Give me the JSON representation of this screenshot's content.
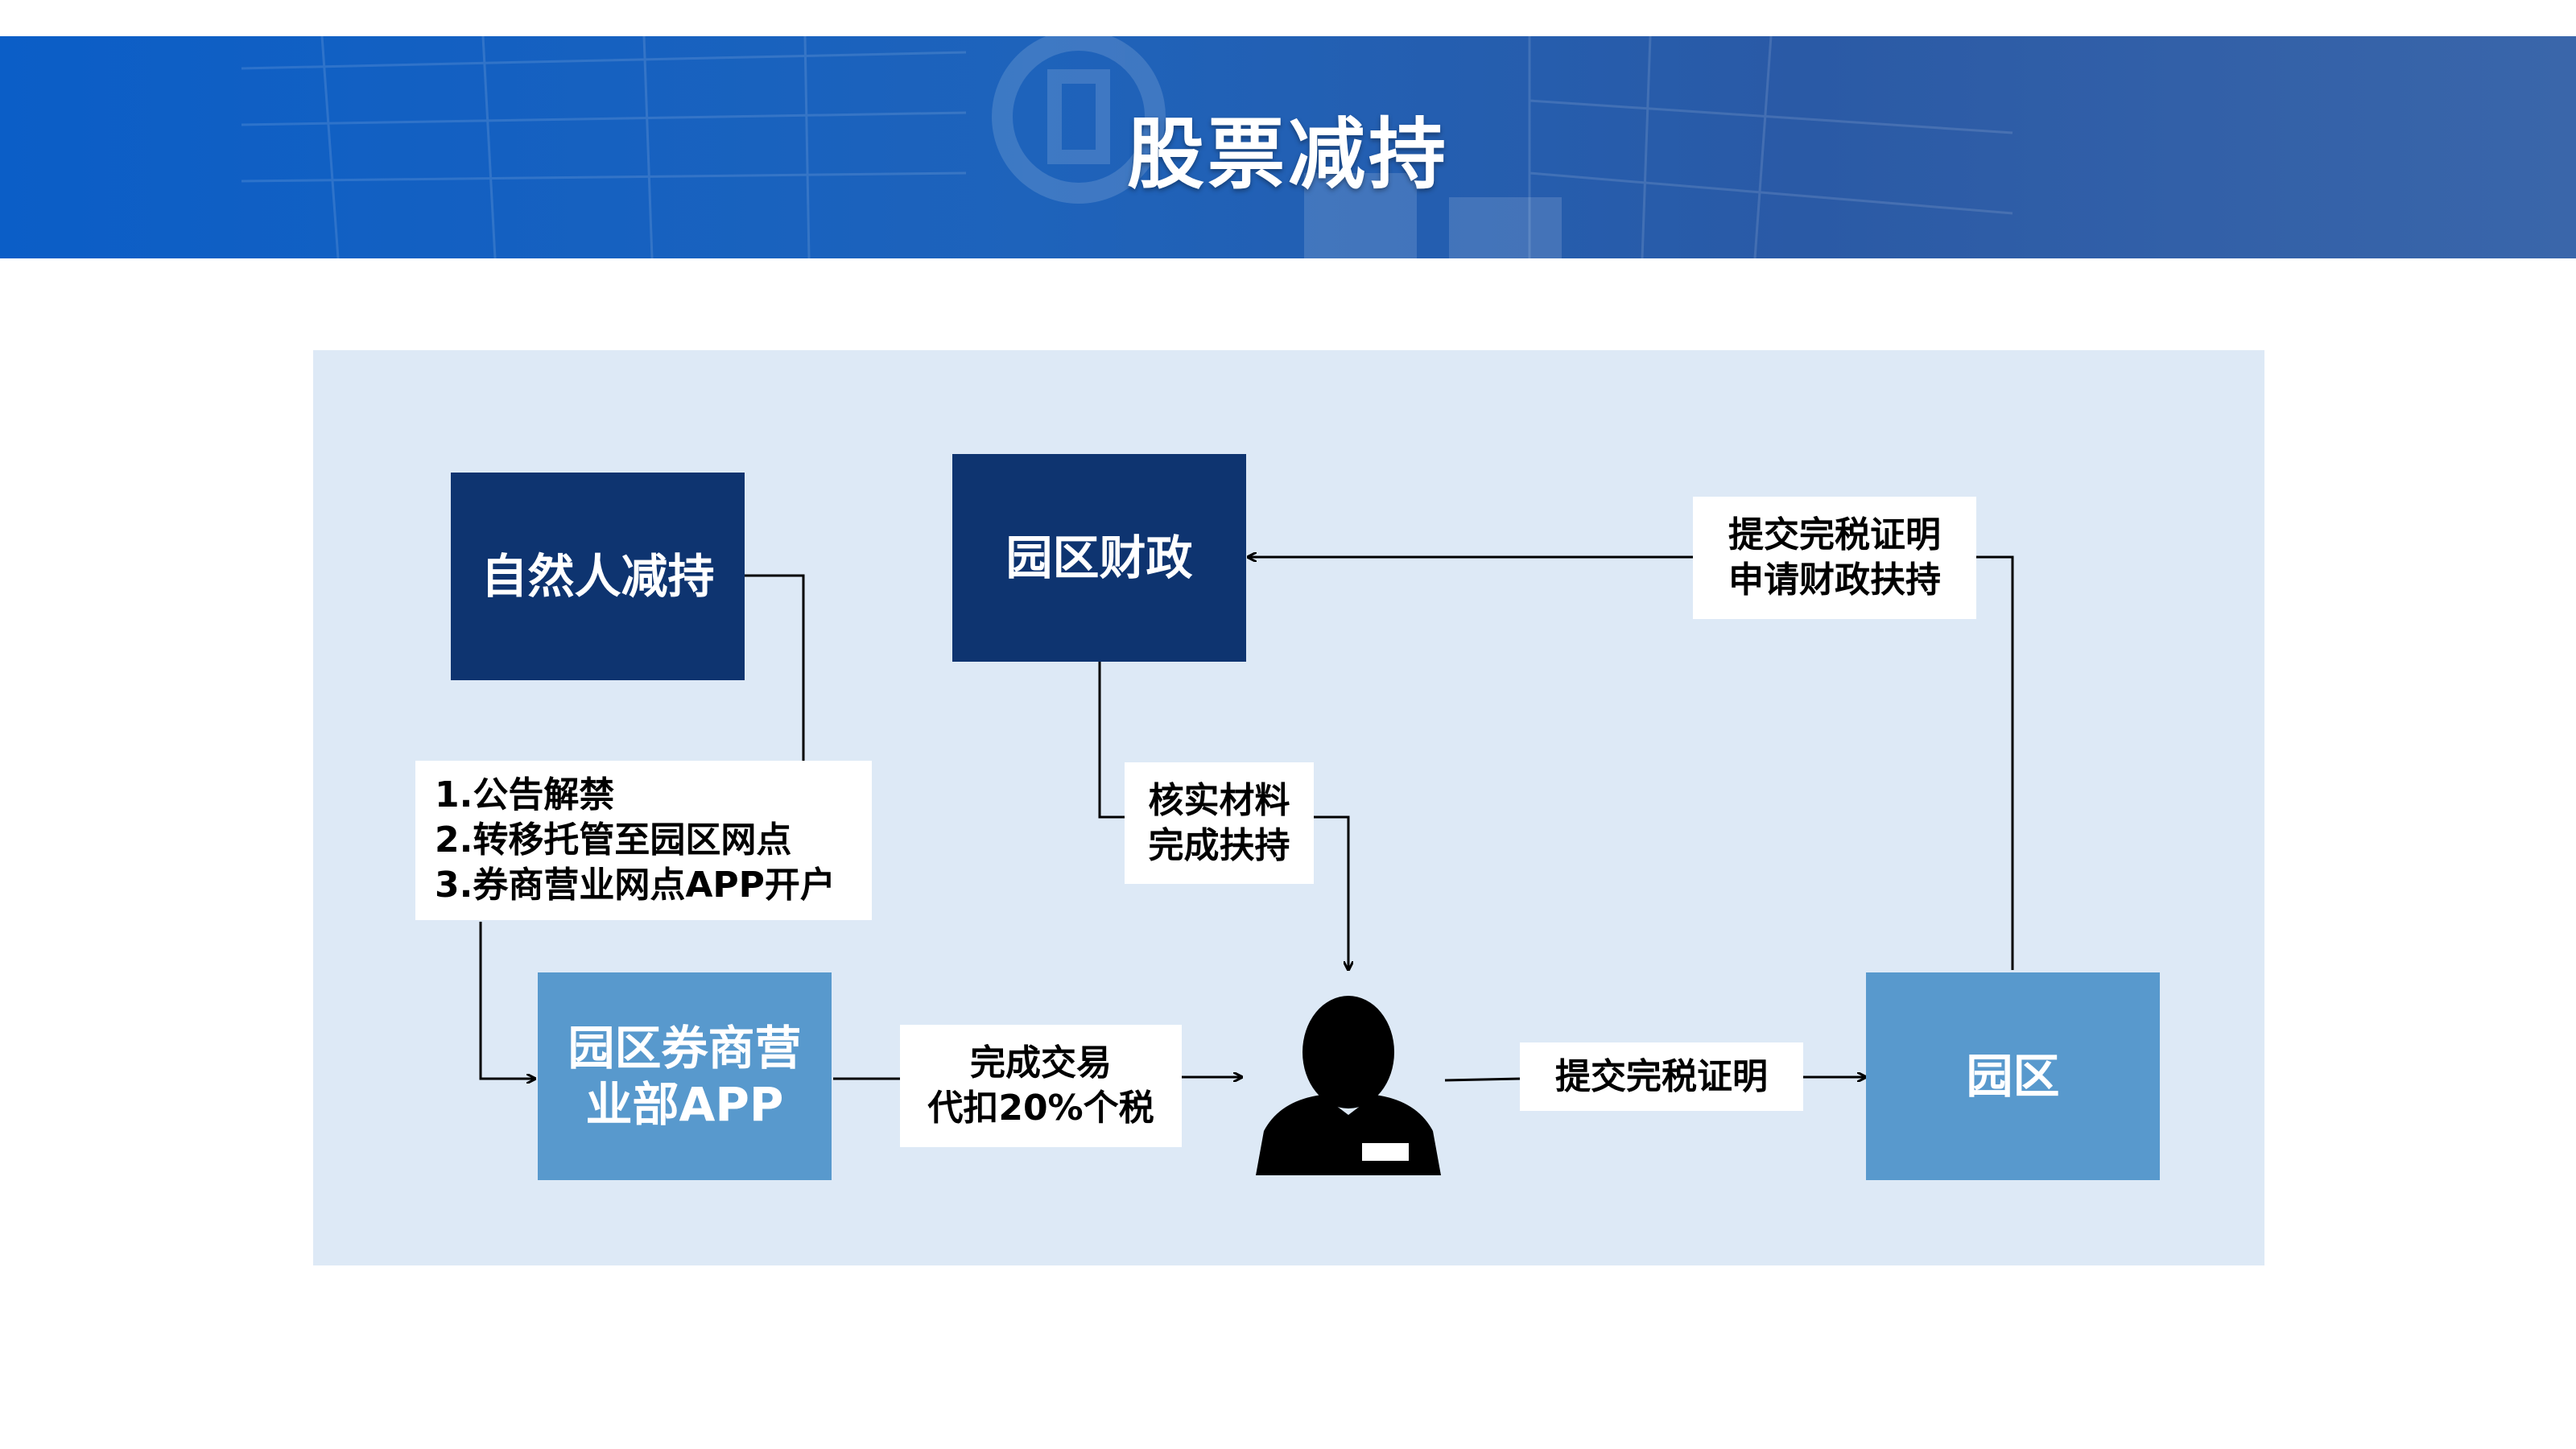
{
  "header": {
    "title": "股票减持"
  },
  "diagram": {
    "nodes": {
      "natural_person": "自然人减持",
      "park_finance": "园区财政",
      "broker_app": "园区券商营\n业部APP",
      "park": "园区"
    },
    "labels": {
      "steps": "1.公告解禁\n2.转移托管至园区网点\n3.券商营业网点APP开户",
      "verify": "核实材料\n完成扶持",
      "trade": "完成交易\n代扣20%个税",
      "submit_proof": "提交完税证明",
      "apply_support": "提交完税证明\n申请财政扶持"
    },
    "icons": {
      "taxpayer": "person-icon"
    }
  },
  "colors": {
    "banner": "#1e63bb",
    "panel": "#dde9f6",
    "dark_box": "#0e3470",
    "light_box": "#5899cd"
  }
}
